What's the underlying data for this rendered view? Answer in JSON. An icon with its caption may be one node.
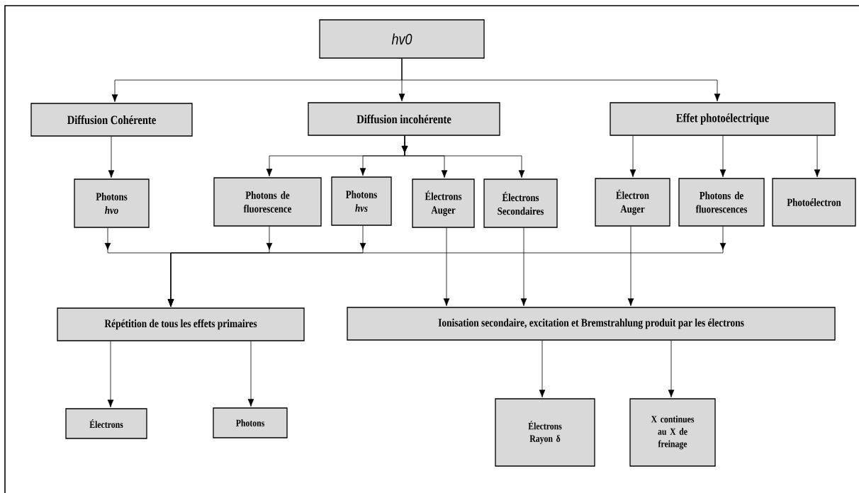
{
  "diagram": {
    "nodes": [
      {
        "text": [
          "hv0"
        ]
      },
      {
        "text": [
          "Diffusion Cohérente"
        ]
      },
      {
        "text": [
          "Diffusion incohérente"
        ]
      },
      {
        "text": [
          "Effet photoélectrique"
        ]
      },
      {
        "text": [
          "Photons *hvo*"
        ]
      },
      {
        "text": [
          "Photons de fluorescence"
        ]
      },
      {
        "text": [
          "Photons *hvs*"
        ]
      },
      {
        "text": [
          "Électrons Auger"
        ]
      },
      {
        "text": [
          "Électrons Secondaires"
        ]
      },
      {
        "text": [
          "Électron Auger"
        ]
      },
      {
        "text": [
          "Photons de fluorescences"
        ]
      },
      {
        "text": [
          "Photoélectron"
        ]
      },
      {
        "text": [
          "Répétition de tous les effets primaires"
        ]
      },
      {
        "text": [
          "Ionisation secondaire, excitation et Bremstrahlung produit par les électrons"
        ]
      },
      {
        "text": [
          "Électrons"
        ]
      },
      {
        "text": [
          "Photons"
        ]
      },
      {
        "text": [
          "Électrons Rayon δ"
        ]
      },
      {
        "text": [
          "X continues au X de freinage"
        ]
      }
    ],
    "edges": [
      {
        "from": 0,
        "to": 1,
        "arrow": "to"
      },
      {
        "from": 0,
        "to": 2,
        "arrow": "to"
      },
      {
        "from": 0,
        "to": 3,
        "arrow": "to"
      },
      {
        "from": 1,
        "to": 4,
        "arrow": "to"
      },
      {
        "from": 2,
        "to": 5,
        "arrow": "to"
      },
      {
        "from": 2,
        "to": 6,
        "arrow": "to"
      },
      {
        "from": 2,
        "to": 7,
        "arrow": "to"
      },
      {
        "from": 2,
        "to": 8,
        "arrow": "to"
      },
      {
        "from": 3,
        "to": 9,
        "arrow": "to"
      },
      {
        "from": 3,
        "to": 10,
        "arrow": "to"
      },
      {
        "from": 3,
        "to": 11,
        "arrow": "to"
      },
      {
        "from": 4,
        "to": 12,
        "arrow": "to"
      },
      {
        "from": 5,
        "to": 12,
        "arrow": "to"
      },
      {
        "from": 6,
        "to": 12,
        "arrow": "to"
      },
      {
        "from": 10,
        "to": 12,
        "arrow": "to"
      },
      {
        "from": 7,
        "to": 13,
        "arrow": "to"
      },
      {
        "from": 8,
        "to": 13,
        "arrow": "to"
      },
      {
        "from": 9,
        "to": 13,
        "arrow": "to"
      },
      {
        "from": 12,
        "to": 14,
        "arrow": "to"
      },
      {
        "from": 12,
        "to": 15,
        "arrow": "to"
      },
      {
        "from": 13,
        "to": 16,
        "arrow": "to"
      },
      {
        "from": 13,
        "to": 17,
        "arrow": "to"
      }
    ]
  }
}
